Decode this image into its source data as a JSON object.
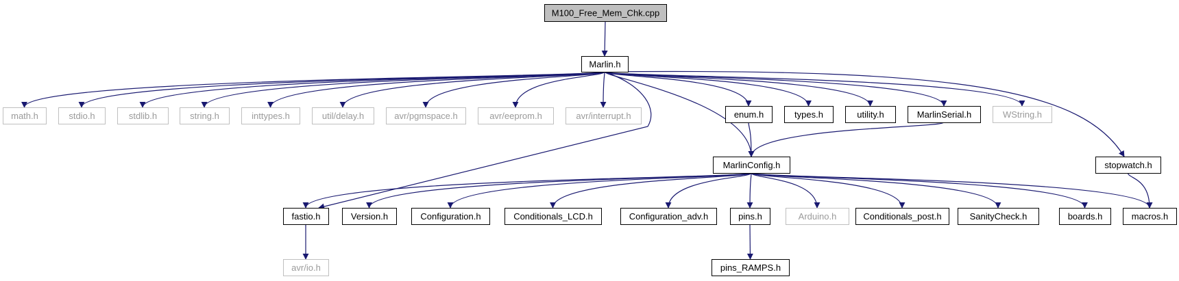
{
  "colors": {
    "edge": "#191970",
    "node_border_resolved": "#000000",
    "node_border_external": "#bfbfbf",
    "text_resolved": "#000000",
    "text_external": "#9a9a9a",
    "root_fill": "#bfbfbf"
  },
  "nodes": {
    "root": "M100_Free_Mem_Chk.cpp",
    "marlin": "Marlin.h",
    "math": "math.h",
    "stdio": "stdio.h",
    "stdlib": "stdlib.h",
    "string": "string.h",
    "inttypes": "inttypes.h",
    "delay": "util/delay.h",
    "pgmspace": "avr/pgmspace.h",
    "eeprom": "avr/eeprom.h",
    "interrupt": "avr/interrupt.h",
    "enum": "enum.h",
    "types": "types.h",
    "utility": "utility.h",
    "marlinserial": "MarlinSerial.h",
    "wstring": "WString.h",
    "stopwatch": "stopwatch.h",
    "marlinconfig": "MarlinConfig.h",
    "fastio": "fastio.h",
    "version": "Version.h",
    "configuration": "Configuration.h",
    "cond_lcd": "Conditionals_LCD.h",
    "config_adv": "Configuration_adv.h",
    "pins": "pins.h",
    "arduino": "Arduino.h",
    "cond_post": "Conditionals_post.h",
    "sanity": "SanityCheck.h",
    "boards": "boards.h",
    "macros": "macros.h",
    "avrio": "avr/io.h",
    "pins_ramps": "pins_RAMPS.h"
  }
}
